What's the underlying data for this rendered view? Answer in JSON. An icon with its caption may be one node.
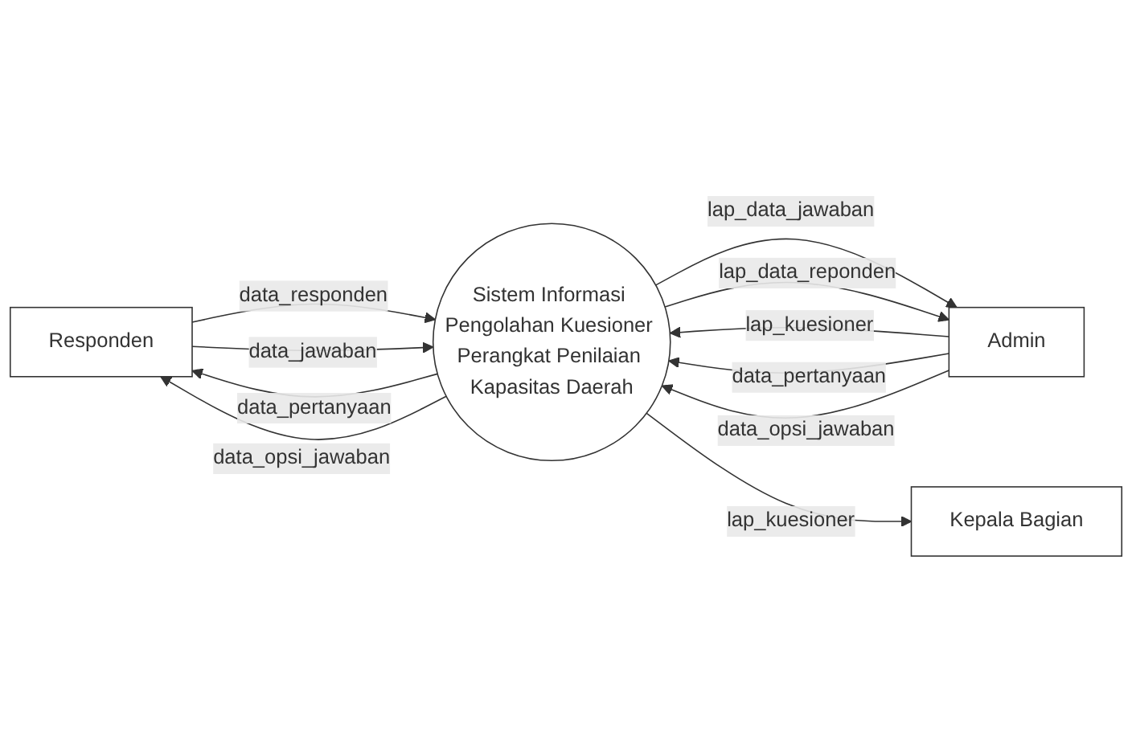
{
  "diagram": {
    "nodes": [
      {
        "text": [
          "Responden"
        ]
      },
      {
        "text": [
          "Admin"
        ]
      },
      {
        "text": [
          "Sistem Informasi Pengolahan Kuesioner Perangkat Penilaian Kapasitas Daerah"
        ]
      },
      {
        "text": [
          "Kepala Bagian"
        ]
      }
    ],
    "edges": [
      {
        "from": 1,
        "to": 2,
        "label": "lap_kuesioner",
        "arrow": "to"
      },
      {
        "from": 1,
        "to": 2,
        "label": "data_pertanyaan",
        "arrow": "to"
      },
      {
        "from": 1,
        "to": 2,
        "label": "data_opsi_jawaban",
        "arrow": "to"
      },
      {
        "from": 0,
        "to": 2,
        "label": "data_responden",
        "arrow": "to"
      },
      {
        "from": 0,
        "to": 2,
        "label": "data_jawaban",
        "arrow": "to"
      },
      {
        "from": 2,
        "to": 1,
        "label": "lap_data_jawaban",
        "arrow": "to"
      },
      {
        "from": 2,
        "to": 1,
        "label": "lap_data_reponden",
        "arrow": "to"
      },
      {
        "from": 2,
        "to": 0,
        "label": "data_pertanyaan",
        "arrow": "to"
      },
      {
        "from": 2,
        "to": 0,
        "label": "data_opsi_jawaban",
        "arrow": "to"
      },
      {
        "from": 2,
        "to": 3,
        "label": "lap_kuesioner",
        "arrow": "to"
      }
    ]
  }
}
